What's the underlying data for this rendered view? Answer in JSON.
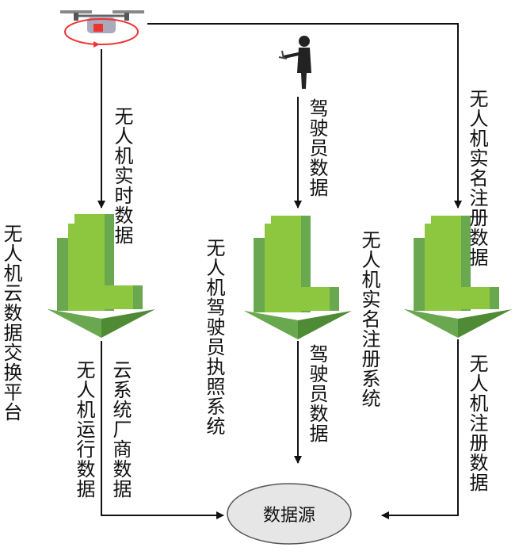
{
  "sources": {
    "drone_realtime_data": "无人机实时数据",
    "pilot_data": "驾驶员数据",
    "drone_registration_data": "无人机实名注册数据"
  },
  "systems": {
    "cloud_platform": "无人机云数据交换平台",
    "pilot_license_system": "无人机驾驶员执照系统",
    "registration_system": "无人机实名注册系统"
  },
  "outputs": {
    "drone_operation_data": "无人机运行数据",
    "cloud_vendor_data": "云系统厂商数据",
    "pilot_data_out": "驾驶员数据",
    "drone_register_data": "无人机注册数据"
  },
  "target": {
    "label": "数据源"
  },
  "colors": {
    "building_light": "#8dc63f",
    "building_mid": "#6aa84f",
    "building_dark": "#4f8a34",
    "ellipse_fill": "#e6e6e6",
    "arrow": "#111111"
  },
  "icons": {
    "drone": "drone-icon",
    "pilot": "person-icon",
    "system": "server-building-icon"
  }
}
